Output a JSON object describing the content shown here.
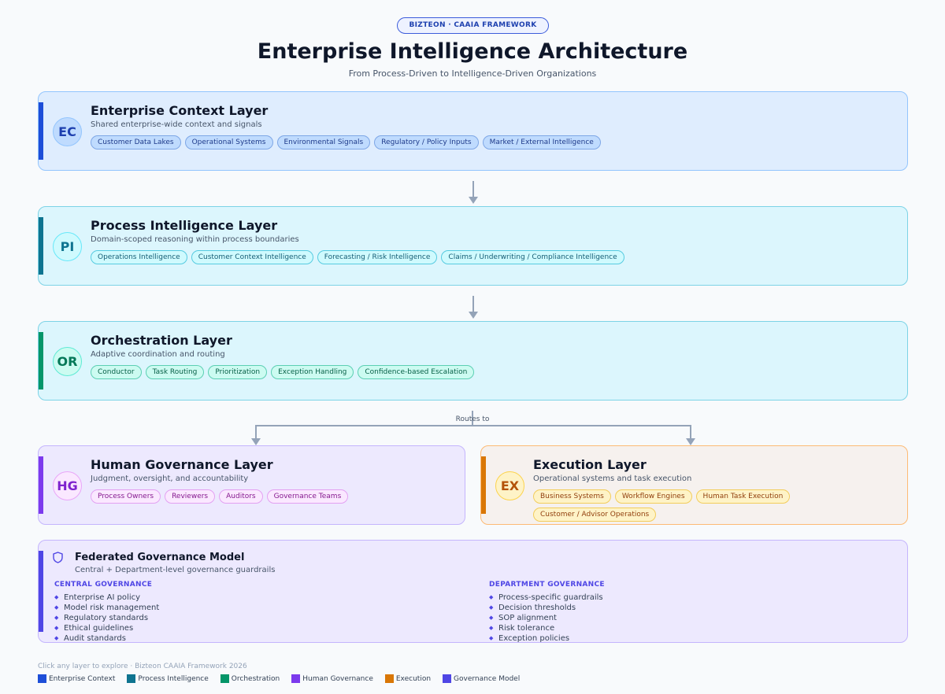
{
  "badge": "BIZTEON  ·  CAAIA FRAMEWORK",
  "title": "Enterprise Intelligence Architecture",
  "subtitle": "From Process-Driven to Intelligence-Driven Organizations",
  "layers": {
    "ec": {
      "abbr": "EC",
      "name": "Enterprise Context Layer",
      "desc": "Shared enterprise-wide context and signals",
      "chips": [
        "Customer Data Lakes",
        "Operational Systems",
        "Environmental Signals",
        "Regulatory / Policy Inputs",
        "Market / External Intelligence"
      ]
    },
    "pi": {
      "abbr": "PI",
      "name": "Process Intelligence Layer",
      "desc": "Domain-scoped reasoning within process boundaries",
      "chips": [
        "Operations Intelligence",
        "Customer Context Intelligence",
        "Forecasting / Risk Intelligence",
        "Claims / Underwriting / Compliance Intelligence"
      ]
    },
    "or": {
      "abbr": "OR",
      "name": "Orchestration Layer",
      "desc": "Adaptive coordination and routing",
      "chips": [
        "Conductor",
        "Task Routing",
        "Prioritization",
        "Exception Handling",
        "Confidence-based Escalation"
      ]
    },
    "hg": {
      "abbr": "HG",
      "name": "Human Governance Layer",
      "desc": "Judgment, oversight, and accountability",
      "chips": [
        "Process Owners",
        "Reviewers",
        "Auditors",
        "Governance Teams"
      ]
    },
    "ex": {
      "abbr": "EX",
      "name": "Execution Layer",
      "desc": "Operational systems and task execution",
      "chips": [
        "Business Systems",
        "Workflow Engines",
        "Human Task Execution",
        "Customer / Advisor Operations"
      ]
    }
  },
  "routes_label": "Routes to",
  "governance": {
    "icon": "shield-icon",
    "title": "Federated Governance Model",
    "desc": "Central + Department-level governance guardrails",
    "central": {
      "heading": "CENTRAL GOVERNANCE",
      "items": [
        "Enterprise AI policy",
        "Model risk management",
        "Regulatory standards",
        "Ethical guidelines",
        "Audit standards"
      ]
    },
    "department": {
      "heading": "DEPARTMENT GOVERNANCE",
      "items": [
        "Process-specific guardrails",
        "Decision thresholds",
        "SOP alignment",
        "Risk tolerance",
        "Exception policies"
      ]
    }
  },
  "footer": "Click any layer to explore  ·  Bizteon CAAIA Framework 2026",
  "legend": [
    {
      "label": "Enterprise Context",
      "color": "#1d4ed8"
    },
    {
      "label": "Process Intelligence",
      "color": "#0e7490"
    },
    {
      "label": "Orchestration",
      "color": "#059669"
    },
    {
      "label": "Human Governance",
      "color": "#7c3aed"
    },
    {
      "label": "Execution",
      "color": "#d97706"
    },
    {
      "label": "Governance Model",
      "color": "#4f46e5"
    }
  ]
}
